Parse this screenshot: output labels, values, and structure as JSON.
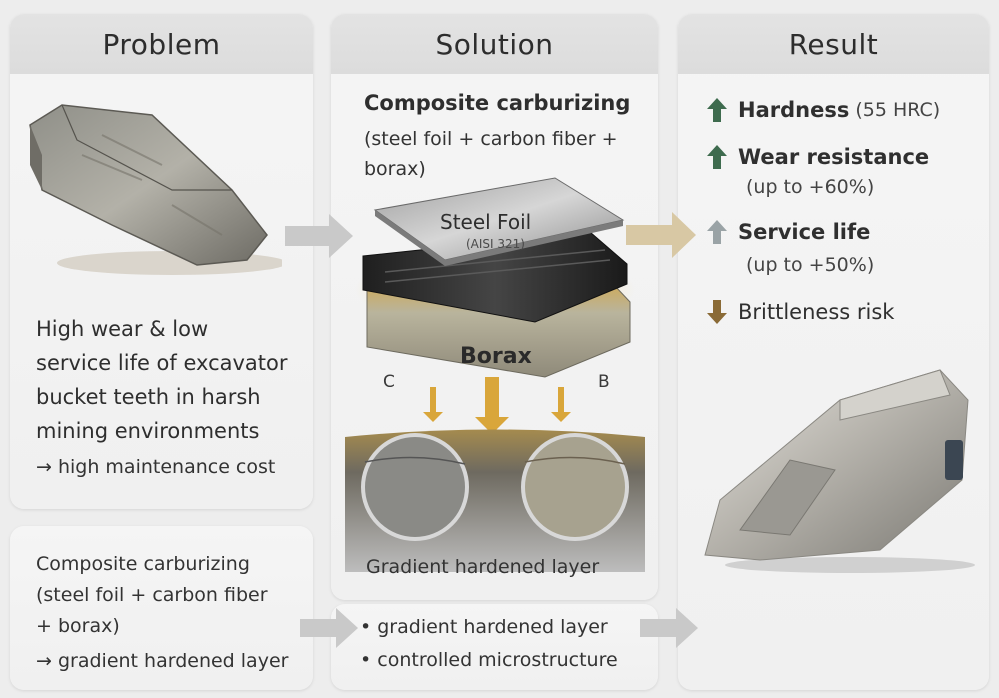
{
  "problem": {
    "header": "Problem",
    "description": [
      "High wear & low",
      "service life of excavator",
      "bucket teeth in harsh",
      "mining environments"
    ],
    "cost_line": "→ high maintenance cost",
    "method": [
      "Composite carburizing",
      "(steel foil + carbon fiber",
      "+ borax)"
    ],
    "method_result": "→ gradient hardened layer"
  },
  "solution": {
    "header": "Solution",
    "title": "Composite carburizing",
    "subtitle": [
      "(steel foil + carbon fiber +",
      "borax)"
    ],
    "layer_steel": "Steel Foil",
    "layer_steel_grade": "(AISI 321)",
    "layer_borax": "Borax",
    "marker_c": "C",
    "marker_b": "B",
    "layer_caption": "Gradient hardened layer",
    "bullets": [
      "gradient hardened layer",
      "controlled microstructure"
    ]
  },
  "result": {
    "header": "Result",
    "items": [
      {
        "label": "Hardness",
        "extra": "(55 HRC)",
        "sub": "",
        "direction": "up",
        "color": "#3e6b4e"
      },
      {
        "label": "Wear resistance",
        "extra": "",
        "sub": "(up to +60%)",
        "direction": "up",
        "color": "#3e6b4e"
      },
      {
        "label": "Service life",
        "extra": "",
        "sub": "(up to +50%)",
        "direction": "up",
        "color": "#9aa3a6"
      },
      {
        "label": "Brittleness risk",
        "extra": "",
        "sub": "",
        "direction": "down",
        "color": "#8a6a36"
      }
    ]
  }
}
